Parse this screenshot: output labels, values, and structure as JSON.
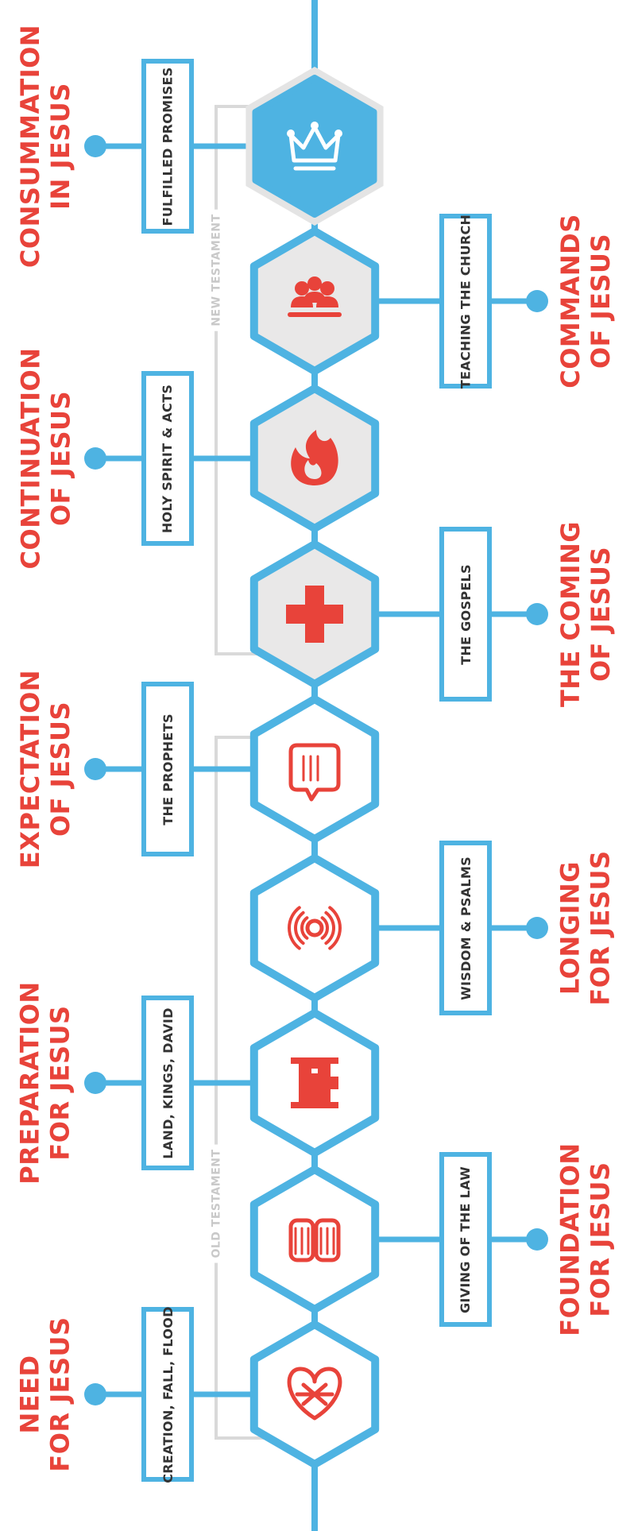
{
  "colors": {
    "accent": "#e8433a",
    "line": "#4eb3e2",
    "hex_fill_light": "#e9e8e8",
    "bracket": "#d9d9d9"
  },
  "testaments": {
    "old": "OLD TESTAMENT",
    "new": "NEW TESTAMENT"
  },
  "stages": [
    {
      "theme": [
        "NEED",
        "FOR JESUS"
      ],
      "book": "CREATION, FALL, FLOOD",
      "side": "left",
      "icon": "heart-tree-icon",
      "testament": "old"
    },
    {
      "theme": [
        "FOUNDATION",
        "FOR JESUS"
      ],
      "book": "GIVING OF THE LAW",
      "side": "right",
      "icon": "tablets-icon",
      "testament": "old"
    },
    {
      "theme": [
        "PREPARATION",
        "FOR JESUS"
      ],
      "book": "LAND, KINGS, DAVID",
      "side": "left",
      "icon": "tower-icon",
      "testament": "old"
    },
    {
      "theme": [
        "LONGING",
        "FOR JESUS"
      ],
      "book": "WISDOM & PSALMS",
      "side": "right",
      "icon": "sound-waves-icon",
      "testament": "old"
    },
    {
      "theme": [
        "EXPECTATION",
        "OF JESUS"
      ],
      "book": "THE PROPHETS",
      "side": "left",
      "icon": "speech-bubble-icon",
      "testament": "old"
    },
    {
      "theme": [
        "THE COMING",
        "OF JESUS"
      ],
      "book": "THE GOSPELS",
      "side": "right",
      "icon": "cross-icon",
      "testament": "new"
    },
    {
      "theme": [
        "CONTINUATION",
        "OF JESUS"
      ],
      "book": "HOLY SPIRIT & ACTS",
      "side": "left",
      "icon": "flame-icon",
      "testament": "new"
    },
    {
      "theme": [
        "COMMANDS",
        "OF JESUS"
      ],
      "book": "TEACHING THE CHURCH",
      "side": "right",
      "icon": "people-icon",
      "testament": "new"
    },
    {
      "theme": [
        "CONSUMMATION",
        "IN JESUS"
      ],
      "book": "FULFILLED PROMISES",
      "side": "left",
      "icon": "crown-icon",
      "testament": "new"
    }
  ]
}
